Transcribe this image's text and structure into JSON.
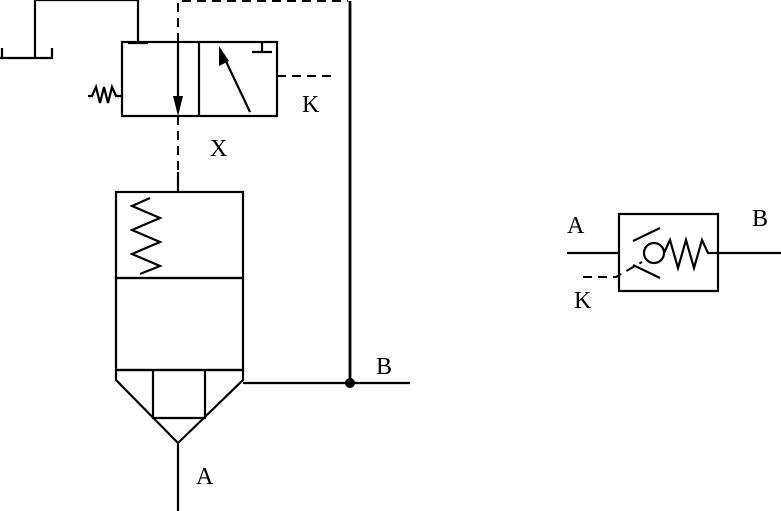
{
  "labels": {
    "port_x": "X",
    "port_k_valve": "K",
    "port_b_main": "B",
    "port_a_main": "A",
    "symbol_port_a": "A",
    "symbol_port_b": "B",
    "symbol_port_k": "K"
  },
  "colors": {
    "line": "#000000",
    "background": "#ffffff"
  }
}
